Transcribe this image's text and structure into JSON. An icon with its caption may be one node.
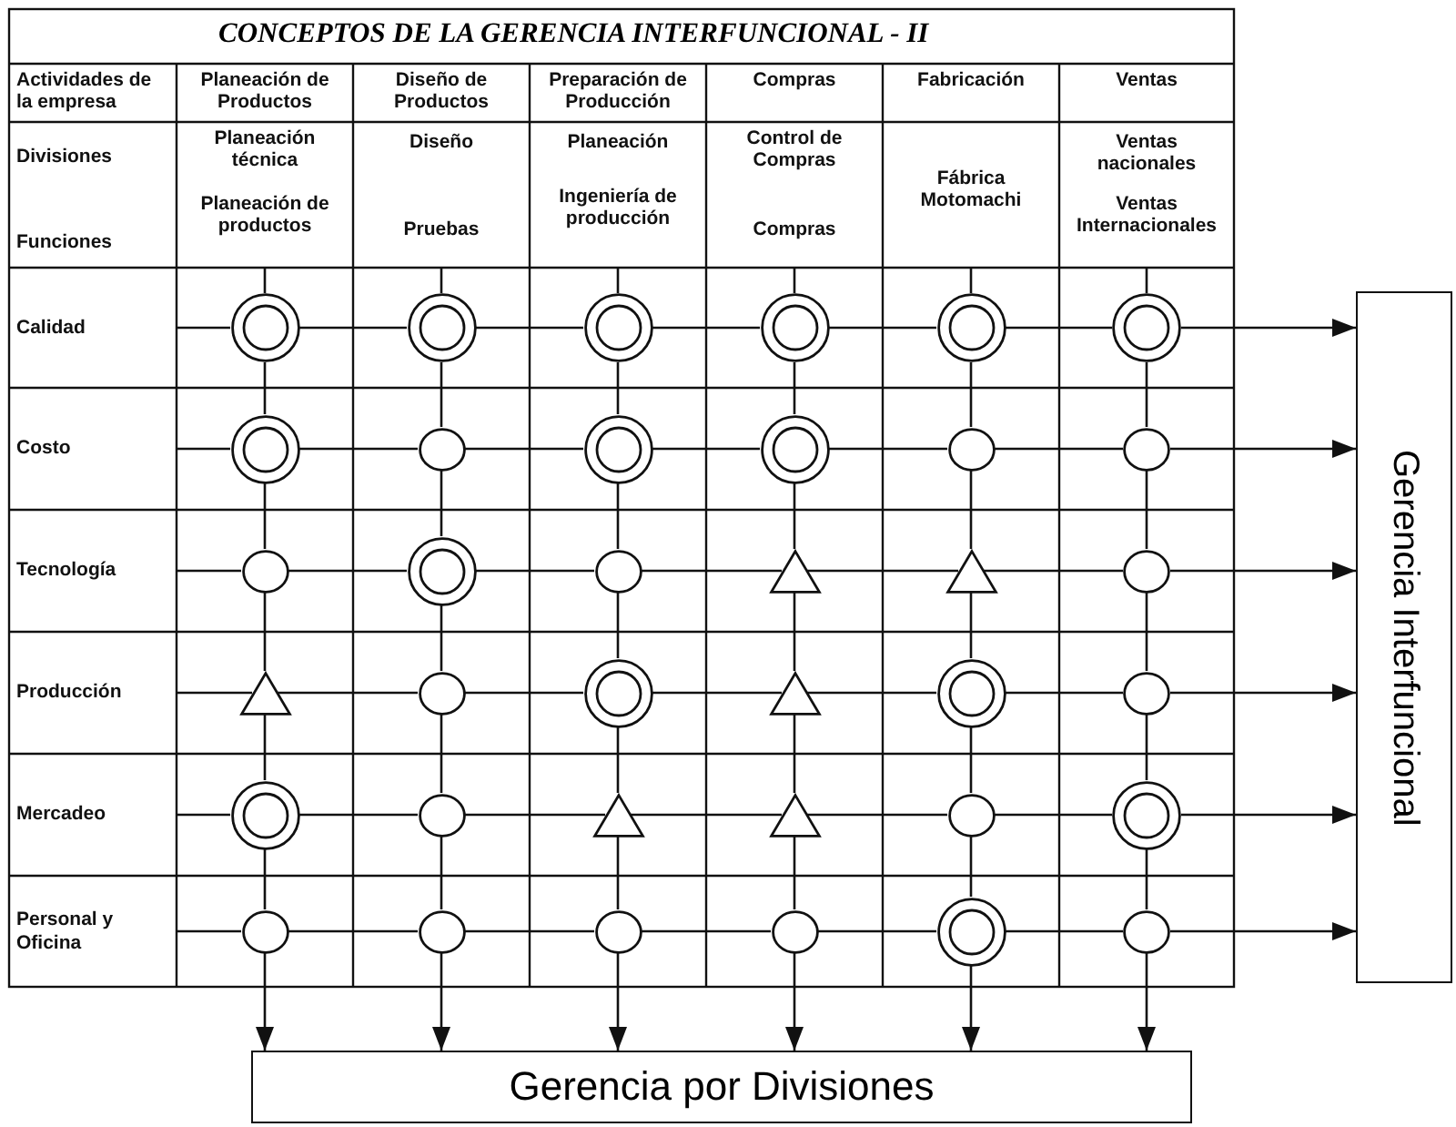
{
  "diagram": {
    "title": "CONCEPTOS DE LA GERENCIA INTERFUNCIONAL - II",
    "nodes": [
      {
        "text": [],
        "shape": "ring"
      },
      {
        "text": [],
        "shape": "ring"
      },
      {
        "text": [],
        "shape": "ring"
      },
      {
        "text": [],
        "shape": "ring"
      },
      {
        "text": [],
        "shape": "ring"
      },
      {
        "text": [],
        "shape": "ring"
      },
      {
        "text": [],
        "shape": "ring"
      },
      {
        "text": [],
        "shape": "circle"
      },
      {
        "text": [],
        "shape": "ring"
      },
      {
        "text": [],
        "shape": "ring"
      },
      {
        "text": [],
        "shape": "circle"
      },
      {
        "text": [],
        "shape": "circle"
      },
      {
        "text": [],
        "shape": "circle"
      },
      {
        "text": [],
        "shape": "ring"
      },
      {
        "text": [],
        "shape": "circle"
      },
      {
        "text": [],
        "shape": "triangle"
      },
      {
        "text": [],
        "shape": "triangle"
      },
      {
        "text": [],
        "shape": "circle"
      },
      {
        "text": [],
        "shape": "triangle"
      },
      {
        "text": [],
        "shape": "circle"
      },
      {
        "text": [],
        "shape": "ring"
      },
      {
        "text": [],
        "shape": "triangle"
      },
      {
        "text": [],
        "shape": "ring"
      },
      {
        "text": [],
        "shape": "circle"
      },
      {
        "text": [],
        "shape": "ring"
      },
      {
        "text": [],
        "shape": "circle"
      },
      {
        "text": [],
        "shape": "triangle"
      },
      {
        "text": [],
        "shape": "triangle"
      },
      {
        "text": [],
        "shape": "circle"
      },
      {
        "text": [],
        "shape": "ring"
      },
      {
        "text": [],
        "shape": "circle"
      },
      {
        "text": [],
        "shape": "circle"
      },
      {
        "text": [],
        "shape": "circle"
      },
      {
        "text": [],
        "shape": "circle"
      },
      {
        "text": [],
        "shape": "ring"
      },
      {
        "text": [],
        "shape": "circle"
      },
      {
        "text": [
          "Gerencia Interfuncional"
        ]
      },
      {
        "text": [
          "Gerencia por Divisiones"
        ]
      }
    ],
    "edges": [
      {
        "from": null,
        "to": 0,
        "arrow": "none"
      },
      {
        "from": 0,
        "to": 1,
        "arrow": "none"
      },
      {
        "from": 1,
        "to": 2,
        "arrow": "none"
      },
      {
        "from": 2,
        "to": 3,
        "arrow": "none"
      },
      {
        "from": 3,
        "to": 4,
        "arrow": "none"
      },
      {
        "from": 4,
        "to": 5,
        "arrow": "none"
      },
      {
        "from": 5,
        "to": 36,
        "arrow": "to"
      },
      {
        "from": null,
        "to": 6,
        "arrow": "none"
      },
      {
        "from": 6,
        "to": 7,
        "arrow": "none"
      },
      {
        "from": 7,
        "to": 8,
        "arrow": "none"
      },
      {
        "from": 8,
        "to": 9,
        "arrow": "none"
      },
      {
        "from": 9,
        "to": 10,
        "arrow": "none"
      },
      {
        "from": 10,
        "to": 11,
        "arrow": "none"
      },
      {
        "from": 11,
        "to": 36,
        "arrow": "to"
      },
      {
        "from": null,
        "to": 12,
        "arrow": "none"
      },
      {
        "from": 12,
        "to": 13,
        "arrow": "none"
      },
      {
        "from": 13,
        "to": 14,
        "arrow": "none"
      },
      {
        "from": 14,
        "to": 15,
        "arrow": "none"
      },
      {
        "from": 15,
        "to": 16,
        "arrow": "none"
      },
      {
        "from": 16,
        "to": 17,
        "arrow": "none"
      },
      {
        "from": 17,
        "to": 36,
        "arrow": "to"
      },
      {
        "from": null,
        "to": 18,
        "arrow": "none"
      },
      {
        "from": 18,
        "to": 19,
        "arrow": "none"
      },
      {
        "from": 19,
        "to": 20,
        "arrow": "none"
      },
      {
        "from": 20,
        "to": 21,
        "arrow": "none"
      },
      {
        "from": 21,
        "to": 22,
        "arrow": "none"
      },
      {
        "from": 22,
        "to": 23,
        "arrow": "none"
      },
      {
        "from": 23,
        "to": 36,
        "arrow": "to"
      },
      {
        "from": null,
        "to": 24,
        "arrow": "none"
      },
      {
        "from": 24,
        "to": 25,
        "arrow": "none"
      },
      {
        "from": 25,
        "to": 26,
        "arrow": "none"
      },
      {
        "from": 26,
        "to": 27,
        "arrow": "none"
      },
      {
        "from": 27,
        "to": 28,
        "arrow": "none"
      },
      {
        "from": 28,
        "to": 29,
        "arrow": "none"
      },
      {
        "from": 29,
        "to": 36,
        "arrow": "to"
      },
      {
        "from": null,
        "to": 30,
        "arrow": "none"
      },
      {
        "from": 30,
        "to": 31,
        "arrow": "none"
      },
      {
        "from": 31,
        "to": 32,
        "arrow": "none"
      },
      {
        "from": 32,
        "to": 33,
        "arrow": "none"
      },
      {
        "from": 33,
        "to": 34,
        "arrow": "none"
      },
      {
        "from": 34,
        "to": 35,
        "arrow": "none"
      },
      {
        "from": 35,
        "to": 36,
        "arrow": "to"
      },
      {
        "from": null,
        "to": 0,
        "arrow": "none"
      },
      {
        "from": 0,
        "to": 6,
        "arrow": "none"
      },
      {
        "from": 6,
        "to": 12,
        "arrow": "none"
      },
      {
        "from": 12,
        "to": 18,
        "arrow": "none"
      },
      {
        "from": 18,
        "to": 24,
        "arrow": "none"
      },
      {
        "from": 24,
        "to": 30,
        "arrow": "none"
      },
      {
        "from": 30,
        "to": 37,
        "arrow": "to"
      },
      {
        "from": null,
        "to": 1,
        "arrow": "none"
      },
      {
        "from": 1,
        "to": 7,
        "arrow": "none"
      },
      {
        "from": 7,
        "to": 13,
        "arrow": "none"
      },
      {
        "from": 13,
        "to": 19,
        "arrow": "none"
      },
      {
        "from": 19,
        "to": 25,
        "arrow": "none"
      },
      {
        "from": 25,
        "to": 31,
        "arrow": "none"
      },
      {
        "from": 31,
        "to": 37,
        "arrow": "to"
      },
      {
        "from": null,
        "to": 2,
        "arrow": "none"
      },
      {
        "from": 2,
        "to": 8,
        "arrow": "none"
      },
      {
        "from": 8,
        "to": 14,
        "arrow": "none"
      },
      {
        "from": 14,
        "to": 20,
        "arrow": "none"
      },
      {
        "from": 20,
        "to": 26,
        "arrow": "none"
      },
      {
        "from": 26,
        "to": 32,
        "arrow": "none"
      },
      {
        "from": 32,
        "to": 37,
        "arrow": "to"
      },
      {
        "from": null,
        "to": 3,
        "arrow": "none"
      },
      {
        "from": 3,
        "to": 9,
        "arrow": "none"
      },
      {
        "from": 9,
        "to": 15,
        "arrow": "none"
      },
      {
        "from": 15,
        "to": 21,
        "arrow": "none"
      },
      {
        "from": 21,
        "to": 27,
        "arrow": "none"
      },
      {
        "from": 27,
        "to": 33,
        "arrow": "none"
      },
      {
        "from": 33,
        "to": 37,
        "arrow": "to"
      },
      {
        "from": null,
        "to": 4,
        "arrow": "none"
      },
      {
        "from": 4,
        "to": 10,
        "arrow": "none"
      },
      {
        "from": 10,
        "to": 16,
        "arrow": "none"
      },
      {
        "from": 16,
        "to": 22,
        "arrow": "none"
      },
      {
        "from": 22,
        "to": 28,
        "arrow": "none"
      },
      {
        "from": 28,
        "to": 34,
        "arrow": "none"
      },
      {
        "from": 34,
        "to": 37,
        "arrow": "to"
      },
      {
        "from": null,
        "to": 5,
        "arrow": "none"
      },
      {
        "from": 5,
        "to": 11,
        "arrow": "none"
      },
      {
        "from": 11,
        "to": 17,
        "arrow": "none"
      },
      {
        "from": 17,
        "to": 23,
        "arrow": "none"
      },
      {
        "from": 23,
        "to": 29,
        "arrow": "none"
      },
      {
        "from": 29,
        "to": 35,
        "arrow": "none"
      },
      {
        "from": 35,
        "to": 37,
        "arrow": "to"
      }
    ],
    "labels": [
      "Actividades de la empresa",
      "Planeación de Productos",
      "Diseño de Productos",
      "Preparación de Producción",
      "Compras",
      "Fabricación",
      "Ventas",
      "Divisiones",
      "Planeación técnica",
      "Diseño",
      "Planeación",
      "Control de Compras",
      "Fábrica Motomachi",
      "Ventas nacionales",
      "Funciones",
      "Planeación de productos",
      "Pruebas",
      "Ingeniería de producción",
      "Compras",
      "Ventas Internacionales",
      "Calidad",
      "Costo",
      "Tecnología",
      "Producción",
      "Mercadeo",
      "Personal y Oficina"
    ]
  }
}
